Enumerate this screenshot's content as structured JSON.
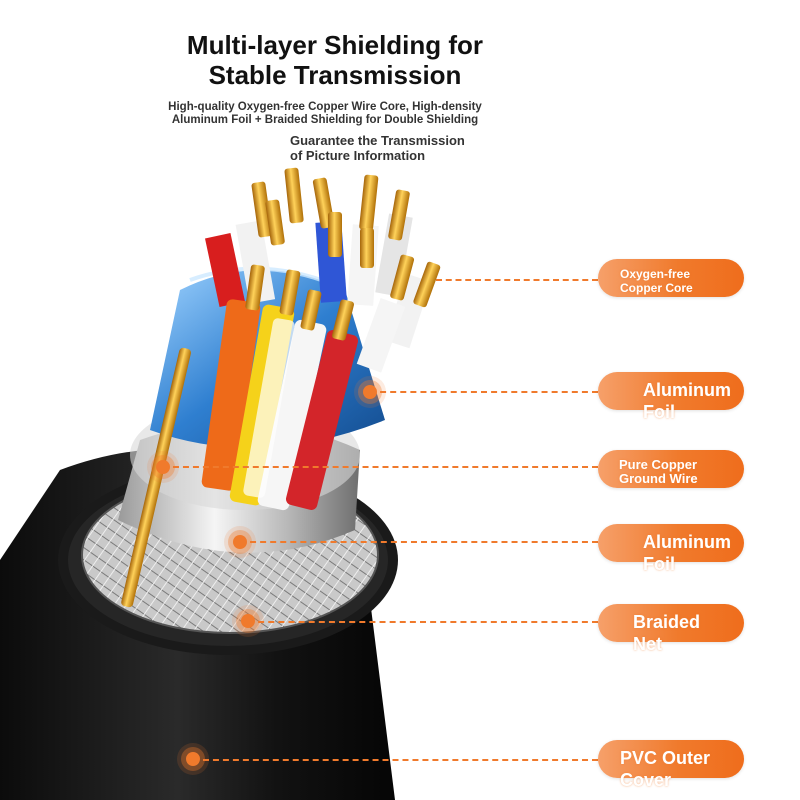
{
  "header": {
    "title": "Multi-layer Shielding for\nStable Transmission",
    "subtitle": "High-quality Oxygen-free Copper Wire Core, High-density\nAluminum Foil + Braided Shielding for Double Shielding",
    "tagline": "Guarantee the Transmission\nof Picture Information"
  },
  "labels": [
    {
      "text": "Oxygen-free\nCopper Core"
    },
    {
      "text": "Aluminum\nFoil"
    },
    {
      "text": "Pure Copper\nGround Wire"
    },
    {
      "text": "Aluminum\nFoil"
    },
    {
      "text": "Braided\nNet"
    },
    {
      "text": "PVC Outer\nCover"
    }
  ],
  "colors": {
    "accent": "#f07a2c",
    "jacket": "#151515",
    "foil": "#3a8fd6",
    "gold": "#e7a51c"
  }
}
